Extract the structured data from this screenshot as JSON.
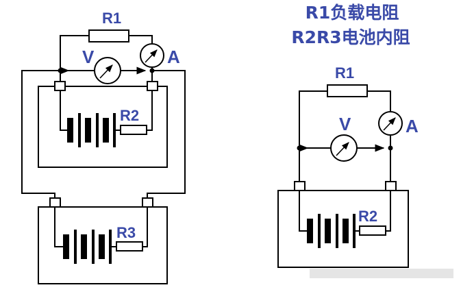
{
  "legend": {
    "line1": "R1负载电阻",
    "line2": "R2R3电池内阻"
  },
  "left_circuit": {
    "resistor_load": "R1",
    "voltmeter": "V",
    "ammeter": "A",
    "internal_resistor_top": "R2",
    "internal_resistor_bottom": "R3"
  },
  "right_circuit": {
    "resistor_load": "R1",
    "voltmeter": "V",
    "ammeter": "A",
    "internal_resistor": "R2"
  },
  "colors": {
    "label": "#3a4aa8",
    "wire": "#000000"
  },
  "icons": [
    "voltmeter-icon",
    "ammeter-icon",
    "battery-icon",
    "resistor-icon",
    "terminal-icon"
  ]
}
